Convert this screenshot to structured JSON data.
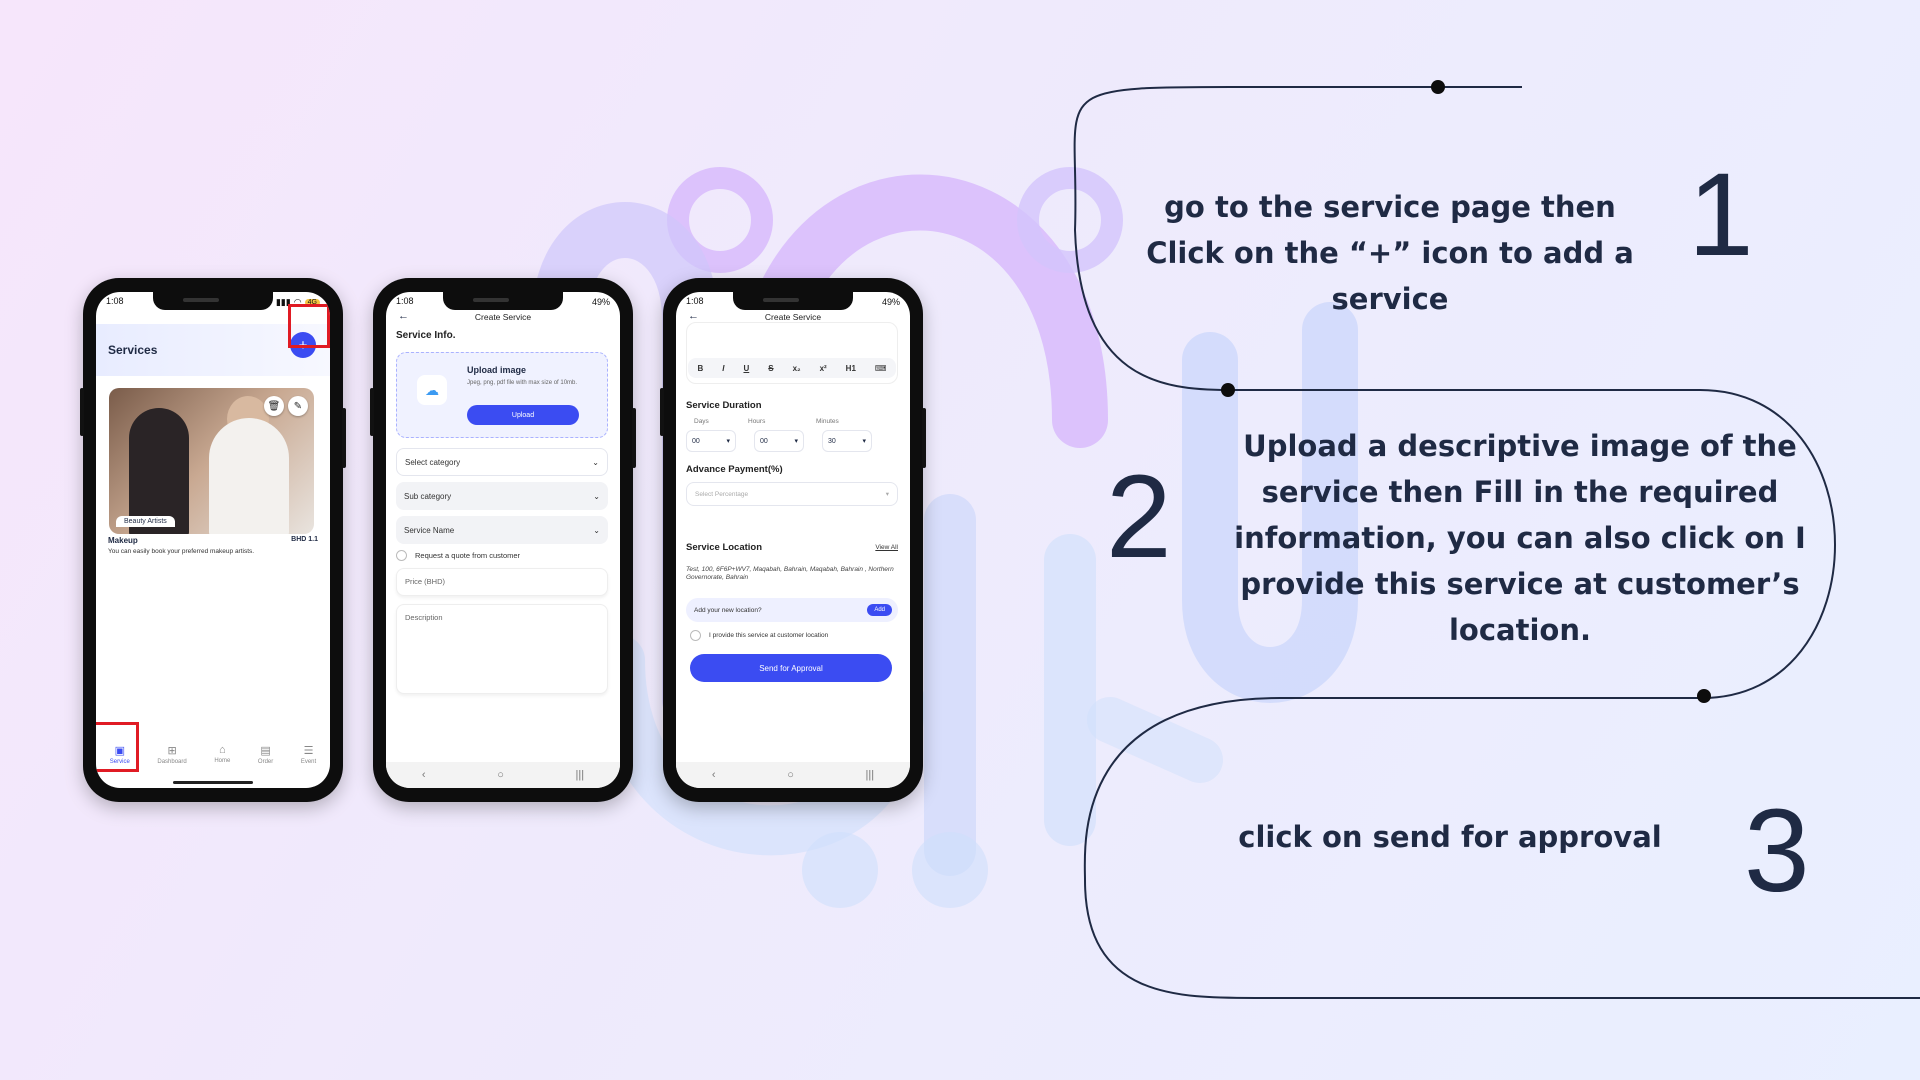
{
  "phone1": {
    "status_time": "1:08",
    "status_badge": "4G",
    "header_title": "Services",
    "plus_label": "+",
    "tag": "Beauty Artists",
    "card_title": "Makeup",
    "card_price": "BHD 1.1",
    "card_desc": "You can easily book your preferred makeup artists.",
    "nav": [
      {
        "label": "Service"
      },
      {
        "label": "Dashboard"
      },
      {
        "label": "Home"
      },
      {
        "label": "Order"
      },
      {
        "label": "Event"
      }
    ]
  },
  "phone2": {
    "status_time": "1:08",
    "status_battery": "49%",
    "title": "Create Service",
    "section": "Service Info.",
    "upload_heading": "Upload image",
    "upload_sub": "Jpeg, png, pdf file with max size of 10mb.",
    "upload_button": "Upload",
    "select_category": "Select category",
    "sub_category": "Sub category",
    "service_name": "Service Name",
    "quote_label": "Request a quote from customer",
    "price_placeholder": "Price (BHD)",
    "description_placeholder": "Description"
  },
  "phone3": {
    "status_time": "1:08",
    "status_battery": "49%",
    "title": "Create Service",
    "toolbar": [
      "B",
      "I",
      "U",
      "S",
      "x₂",
      "x²",
      "H1",
      "⌨"
    ],
    "duration_heading": "Service Duration",
    "days_label": "Days",
    "hours_label": "Hours",
    "minutes_label": "Minutes",
    "days_value": "00",
    "hours_value": "00",
    "minutes_value": "30",
    "advance_heading": "Advance Payment(%)",
    "percentage_placeholder": "Select Percentage",
    "location_heading": "Service Location",
    "view_all": "View All",
    "address": "Test, 100, 6F6P+WV7, Maqabah, Bahrain, Maqabah, Bahrain , Northern Governorate, Bahrain",
    "new_location": "Add your new location?",
    "add_button": "Add",
    "customer_location": "I provide this service at customer location",
    "approve_button": "Send for Approval"
  },
  "steps": [
    {
      "number": "1",
      "lines": [
        "go to the service page then",
        "Click on the “+” icon to add a",
        "service"
      ]
    },
    {
      "number": "2",
      "lines": [
        "Upload a descriptive image of the",
        "service then Fill in the required",
        "information, you can also click on I",
        "provide this service at customer’s",
        "location."
      ]
    },
    {
      "number": "3",
      "lines": [
        "click on send for approval"
      ]
    }
  ],
  "colors": {
    "accent": "#3b4cf2",
    "highlight": "#e01b24",
    "text": "#1f2a44"
  }
}
